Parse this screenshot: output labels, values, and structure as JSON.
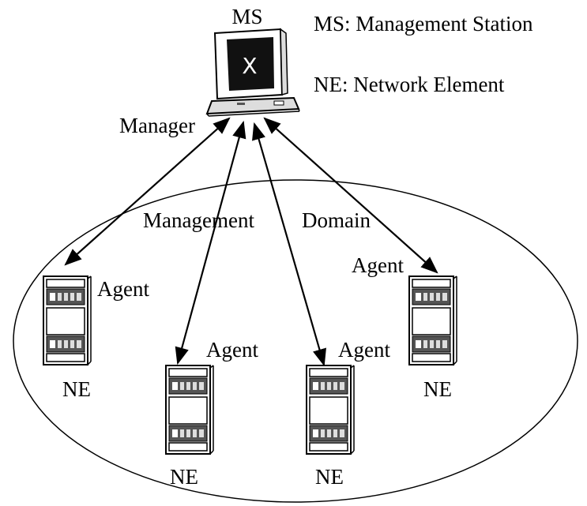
{
  "legend": {
    "ms": "MS: Management Station",
    "ne": "NE: Network Element"
  },
  "station": {
    "label": "MS",
    "screen_symbol": "X",
    "role": "Manager",
    "icon": "computer-monitor-icon"
  },
  "domain": {
    "label_left": "Management",
    "label_right": "Domain"
  },
  "elements": [
    {
      "label": "NE",
      "role": "Agent",
      "icon": "server-rack-icon"
    },
    {
      "label": "NE",
      "role": "Agent",
      "icon": "server-rack-icon"
    },
    {
      "label": "NE",
      "role": "Agent",
      "icon": "server-rack-icon"
    },
    {
      "label": "NE",
      "role": "Agent",
      "icon": "server-rack-icon"
    }
  ],
  "connections": "bidirectional"
}
